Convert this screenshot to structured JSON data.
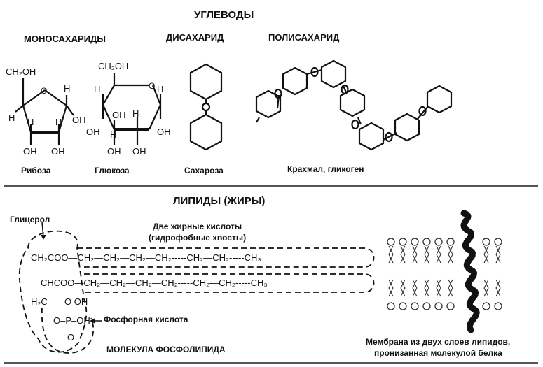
{
  "carbs": {
    "heading": "УГЛЕВОДЫ",
    "mono_label": "МОНОСАХАРИДЫ",
    "di_label": "ДИСАХАРИД",
    "poly_label": "ПОЛИСАХАРИД",
    "ribose_name": "Рибоза",
    "glucose_name": "Глюкоза",
    "sucrose_name": "Сахароза",
    "starch_name": "Крахмал, гликоген",
    "ch2oh": "CH₂OH",
    "oh": "OH",
    "h": "H",
    "o": "O"
  },
  "lipids": {
    "heading": "ЛИПИДЫ (ЖИРЫ)",
    "glycerol": "Глицерол",
    "fatty_acids_line1": "Две жирные кислоты",
    "fatty_acids_line2": "(гидрофобные хвосты)",
    "chain1": "CH₂COO—CH₂—CH₂—CH₂—CH₂-----CH₂—CH₂-----CH₃",
    "chain2": "CHCOO—CH₂—CH₂—CH₂—CH₂-----CH₂—CH₂-----CH₃",
    "h2c": "H₂C",
    "phos_row1": "O   OH",
    "phos_row2": "O–P–OH",
    "phos_row3": "O",
    "phosphoric_acid": "Фосфорная кислота",
    "molecule_caption": "МОЛЕКУЛА ФОСФОЛИПИДА",
    "membrane_caption_line1": "Мембрана из двух слоев липидов,",
    "membrane_caption_line2": "пронизанная молекулой белка"
  }
}
